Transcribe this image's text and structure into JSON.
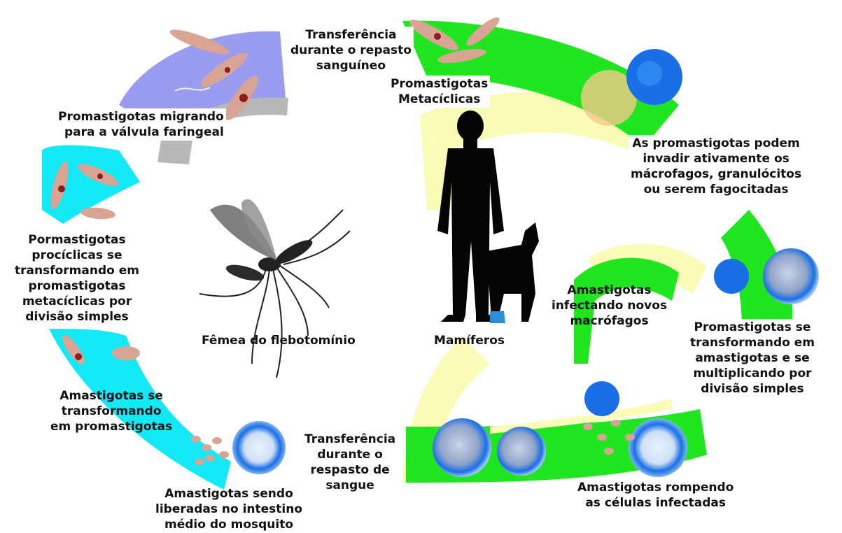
{
  "colors": {
    "purple": "#9a9cf0",
    "gray": "#b8b8b8",
    "cyan": "#12e9f4",
    "green": "#1fe61f",
    "yellow": "#fbfbb8",
    "cell_blue": "#1a6fe6",
    "parasite_pink": "#d9a493",
    "silhouette": "#050505"
  },
  "center_labels": {
    "vector": "Fêmea do flebotomínio",
    "host": "Mamíferos"
  },
  "steps": {
    "transfer_top": "Transferência\ndurante o repasto\nsanguíneo",
    "metacyclic": "Promastigotas\nMetacíclicas",
    "invade": "As promastigotas podem\ninvadir ativamente os\nmácrofagos, granulócitos\nou serem fagocitadas",
    "transform_amastigote": "Promastigotas se\ntransformando em\namastigotas e se\nmultiplicando por\ndivisão simples",
    "infect_new": "Amastigotas\ninfectando novos\nmacrófagos",
    "rupture": "Amastigotas rompendo\nas células infectadas",
    "transfer_bottom": "Transferência\ndurante o\nrespasto de\nsangue",
    "released": "Amastigotas sendo\nliberadas no intestino\nmédio do mosquito",
    "to_promastigote": "Amastigotas se\ntransformando\nem promastigotas",
    "procyclic": "Pormastigotas\nprocíclicas se\ntransformando em\npromastigotas\nmetacíclicas por\ndivisão simples",
    "migrating": "Promastigotas migrando\npara a válvula faringeal"
  }
}
